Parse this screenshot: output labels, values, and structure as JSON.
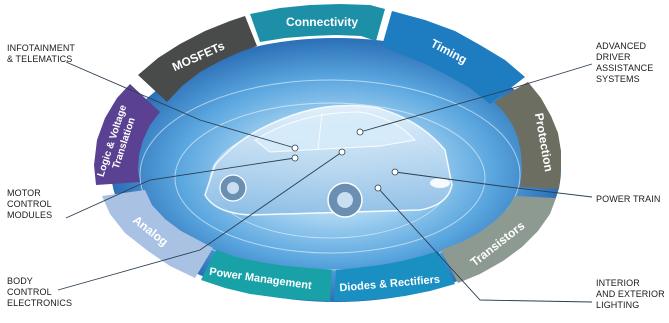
{
  "segments": [
    {
      "label": "Connectivity",
      "color": "#1d90a8"
    },
    {
      "label": "Timing",
      "color": "#1e7cc0"
    },
    {
      "label": "Protection",
      "color": "#6b6e60"
    },
    {
      "label": "Transistors",
      "color": "#8d9a92"
    },
    {
      "label": "Diodes & Rectifiers",
      "color": "#1a8fc2"
    },
    {
      "label": "Power Management",
      "color": "#18a2a8"
    },
    {
      "label": "Analog",
      "color": "#a9c2e4"
    },
    {
      "label": "Logic & Voltage Translation",
      "color": "#5b4192"
    },
    {
      "label": "MOSFETs",
      "color": "#494a4a"
    }
  ],
  "callouts": {
    "infotainment": "INFOTAINMENT\n& TELEMATICS",
    "motor": "MOTOR\nCONTROL\nMODULES",
    "body": "BODY\nCONTROL\nELECTRONICS",
    "adas": "ADVANCED\nDRIVER\nASSISTANCE\nSYSTEMS",
    "powertrain": "POWER TRAIN",
    "lighting": "INTERIOR\nAND EXTERIOR\nLIGHTING"
  }
}
